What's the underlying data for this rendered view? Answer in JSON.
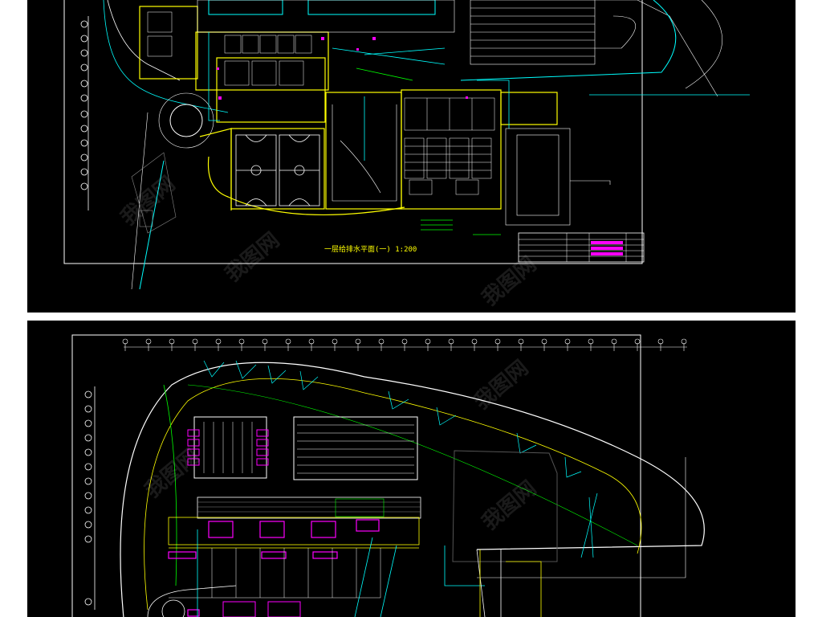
{
  "drawings": [
    {
      "id": "top",
      "title_label": "一层给排水平面(一) 1:200",
      "title_block": {
        "rows": [
          "",
          "",
          "",
          "",
          ""
        ]
      }
    },
    {
      "id": "bottom",
      "title_label": ""
    }
  ],
  "watermark": {
    "text": "我图网"
  },
  "colors": {
    "background": "#000000",
    "walls": "#ffff00",
    "pipes": "#00ffff",
    "fixtures": "#ff00ff",
    "lines": "#ffffff",
    "ground": "#00ff00"
  }
}
